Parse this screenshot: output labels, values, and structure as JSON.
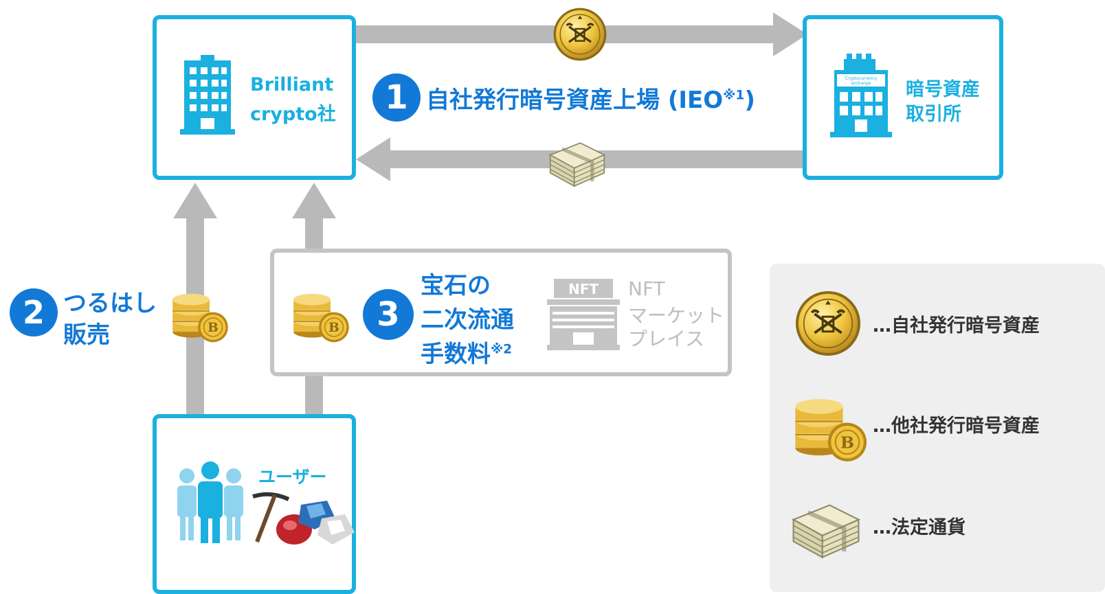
{
  "nodes": {
    "brilliant": {
      "line1": "Brilliant",
      "line2": "crypto社"
    },
    "exchange": {
      "line1": "暗号資産",
      "line2": "取引所",
      "sign": "Cryptocurrency exchange"
    },
    "user": {
      "label": "ユーザー"
    },
    "nft": {
      "sign": "NFT",
      "line1": "NFT",
      "line2": "マーケット",
      "line3": "プレイス"
    }
  },
  "steps": {
    "s1": {
      "num": "1",
      "text": "自社発行暗号資産上場 (IEO",
      "note": "※1",
      "close": ")"
    },
    "s2": {
      "num": "2",
      "line1": "つるはし",
      "line2": "販売"
    },
    "s3": {
      "num": "3",
      "line1": "宝石の",
      "line2": "二次流通",
      "line3": "手数料",
      "note": "※2"
    }
  },
  "legend": {
    "own_token": "…自社発行暗号資産",
    "other_token": "…他社発行暗号資産",
    "fiat": "…法定通貨"
  },
  "colors": {
    "accent": "#1ab0e0",
    "step": "#1279d6",
    "arrow": "#b9b9b9",
    "gold": "#e8b93a"
  },
  "icons": [
    "building-icon",
    "exchange-building-icon",
    "users-icon",
    "pickaxe-icon",
    "gem-icon",
    "company-token-icon",
    "coin-stack-icon",
    "banknote-stack-icon",
    "nft-building-icon"
  ]
}
